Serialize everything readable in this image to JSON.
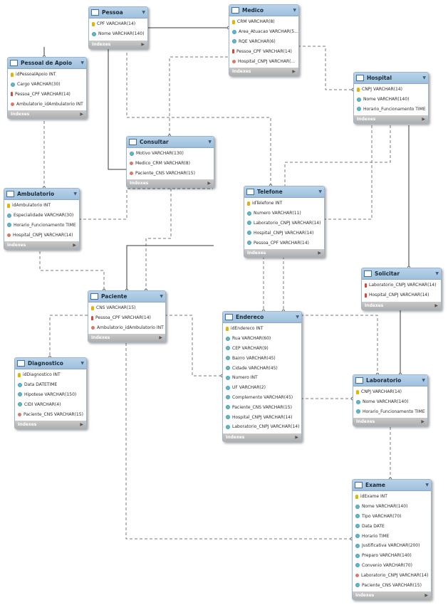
{
  "entities": {
    "pessoa": {
      "title": "Pessoa",
      "fields": [
        {
          "kind": "pk",
          "text": "CPF VARCHAR(14)"
        },
        {
          "kind": "col",
          "text": "Nome VARCHAR(140)"
        }
      ]
    },
    "medico": {
      "title": "Medico",
      "fields": [
        {
          "kind": "pk",
          "text": "CRM VARCHAR(8)"
        },
        {
          "kind": "col",
          "text": "Area_Atuacao VARCHAR(5..."
        },
        {
          "kind": "col",
          "text": "RQE VARCHAR(6)"
        },
        {
          "kind": "fk",
          "text": "Pessoa_CPF VARCHAR(14)"
        },
        {
          "kind": "fkcol",
          "text": "Hospital_CNPJ VARCHAR(..."
        }
      ]
    },
    "pessoa_apoio": {
      "title": "Pessoal de Apoio",
      "fields": [
        {
          "kind": "pk",
          "text": "idPessoalApoio INT"
        },
        {
          "kind": "col",
          "text": "Cargo VARCHAR(30)"
        },
        {
          "kind": "fk",
          "text": "Pessoa_CPF VARCHAR(14)"
        },
        {
          "kind": "fkcol",
          "text": "Ambulatorio_idAmbulatorio INT"
        }
      ]
    },
    "hospital": {
      "title": "Hospital",
      "fields": [
        {
          "kind": "pk",
          "text": "CNPJ VARCHAR(14)"
        },
        {
          "kind": "col",
          "text": "Nome VARCHAR(140)"
        },
        {
          "kind": "col",
          "text": "Horario_Funcionamento TIME"
        }
      ]
    },
    "consultar": {
      "title": "Consultar",
      "fields": [
        {
          "kind": "col",
          "text": "Motivo VARCHAR(130)"
        },
        {
          "kind": "fkcol",
          "text": "Medico_CRM VARCHAR(8)"
        },
        {
          "kind": "fkcol",
          "text": "Paciente_CNS VARCHAR(15)"
        }
      ]
    },
    "ambulatorio": {
      "title": "Ambulatorio",
      "fields": [
        {
          "kind": "pk",
          "text": "idAmbulatorio INT"
        },
        {
          "kind": "col",
          "text": "Especialidade VARCHAR(30)"
        },
        {
          "kind": "col",
          "text": "Horario_Funcionamento TIME"
        },
        {
          "kind": "fkcol",
          "text": "Hospital_CNPJ VARCHAR(14)"
        }
      ]
    },
    "telefone": {
      "title": "Telefone",
      "fields": [
        {
          "kind": "pk",
          "text": "idTelefone INT"
        },
        {
          "kind": "col",
          "text": "Numero VARCHAR(11)"
        },
        {
          "kind": "col",
          "text": "Laboratorio_CNPJ VARCHAR(14)"
        },
        {
          "kind": "col",
          "text": "Hospital_CNPJ VARCHAR(14)"
        },
        {
          "kind": "col",
          "text": "Pessoa_CPF VARCHAR(14)"
        }
      ]
    },
    "solicitar": {
      "title": "Solicitar",
      "fields": [
        {
          "kind": "fk",
          "text": "Laboratorio_CNPJ VARCHAR(14)"
        },
        {
          "kind": "fk",
          "text": "Hospital_CNPJ VARCHAR(14)"
        }
      ]
    },
    "paciente": {
      "title": "Paciente",
      "fields": [
        {
          "kind": "pk",
          "text": "CNS VARCHAR(15)"
        },
        {
          "kind": "fk",
          "text": "Pessoa_CPF VARCHAR(14)"
        },
        {
          "kind": "fkcol",
          "text": "Ambulatorio_idAmbulatorio INT"
        }
      ]
    },
    "endereco": {
      "title": "Endereco",
      "fields": [
        {
          "kind": "pk",
          "text": "idEndereco INT"
        },
        {
          "kind": "col",
          "text": "Rua VARCHAR(60)"
        },
        {
          "kind": "col",
          "text": "CEP VARCHAR(9)"
        },
        {
          "kind": "col",
          "text": "Bairro VARCHAR(45)"
        },
        {
          "kind": "col",
          "text": "Cidade VARCHAR(45)"
        },
        {
          "kind": "col",
          "text": "Numero INT"
        },
        {
          "kind": "col",
          "text": "UF VARCHAR(2)"
        },
        {
          "kind": "col",
          "text": "Complemento VARCHAR(45)"
        },
        {
          "kind": "col",
          "text": "Paciente_CNS VARCHAR(15)"
        },
        {
          "kind": "col",
          "text": "Hospital_CNPJ VARCHAR(14)"
        },
        {
          "kind": "col",
          "text": "Laboratorio_CNPJ VARCHAR(14)"
        }
      ]
    },
    "diagnostico": {
      "title": "Diagnostico",
      "fields": [
        {
          "kind": "pk",
          "text": "idDiagnostico INT"
        },
        {
          "kind": "col",
          "text": "Data DATETIME"
        },
        {
          "kind": "col",
          "text": "Hipotese VARCHAR(150)"
        },
        {
          "kind": "col",
          "text": "CIDI VARCHAR(4)"
        },
        {
          "kind": "fkcol",
          "text": "Paciente_CNS VARCHAR(15)"
        }
      ]
    },
    "laboratorio": {
      "title": "Laboratorio",
      "fields": [
        {
          "kind": "pk",
          "text": "CNPJ VARCHAR(14)"
        },
        {
          "kind": "col",
          "text": "Nome VARCHAR(140)"
        },
        {
          "kind": "col",
          "text": "Horario_Funcionamento TIME"
        }
      ]
    },
    "exame": {
      "title": "Exame",
      "fields": [
        {
          "kind": "pk",
          "text": "idExame INT"
        },
        {
          "kind": "col",
          "text": "Nome VARCHAR(140)"
        },
        {
          "kind": "col",
          "text": "Tipo VARCHAR(70)"
        },
        {
          "kind": "col",
          "text": "Data DATE"
        },
        {
          "kind": "col",
          "text": "Horario TIME"
        },
        {
          "kind": "col",
          "text": "Justificativa VARCHAR(200)"
        },
        {
          "kind": "col",
          "text": "Preparo VARCHAR(140)"
        },
        {
          "kind": "col",
          "text": "Convenio VARCHAR(70)"
        },
        {
          "kind": "fkcol",
          "text": "Laboratorio_CNPJ VARCHAR(14)"
        },
        {
          "kind": "col",
          "text": "Paciente_CNS VARCHAR(15)"
        }
      ]
    }
  },
  "footer_label": "Indexes",
  "icons": {
    "table": "table-icon",
    "dropdown": "dropdown-arrow-icon",
    "expand": "expand-arrow-icon",
    "primary_key": "primary-key-icon",
    "foreign_key": "foreign-key-icon",
    "column": "column-icon"
  },
  "colors": {
    "header": "#9dbfdd",
    "footer": "#b4b4b4",
    "pk": "#e0b400",
    "fk": "#d04a3a",
    "column": "#5fb7c7"
  }
}
